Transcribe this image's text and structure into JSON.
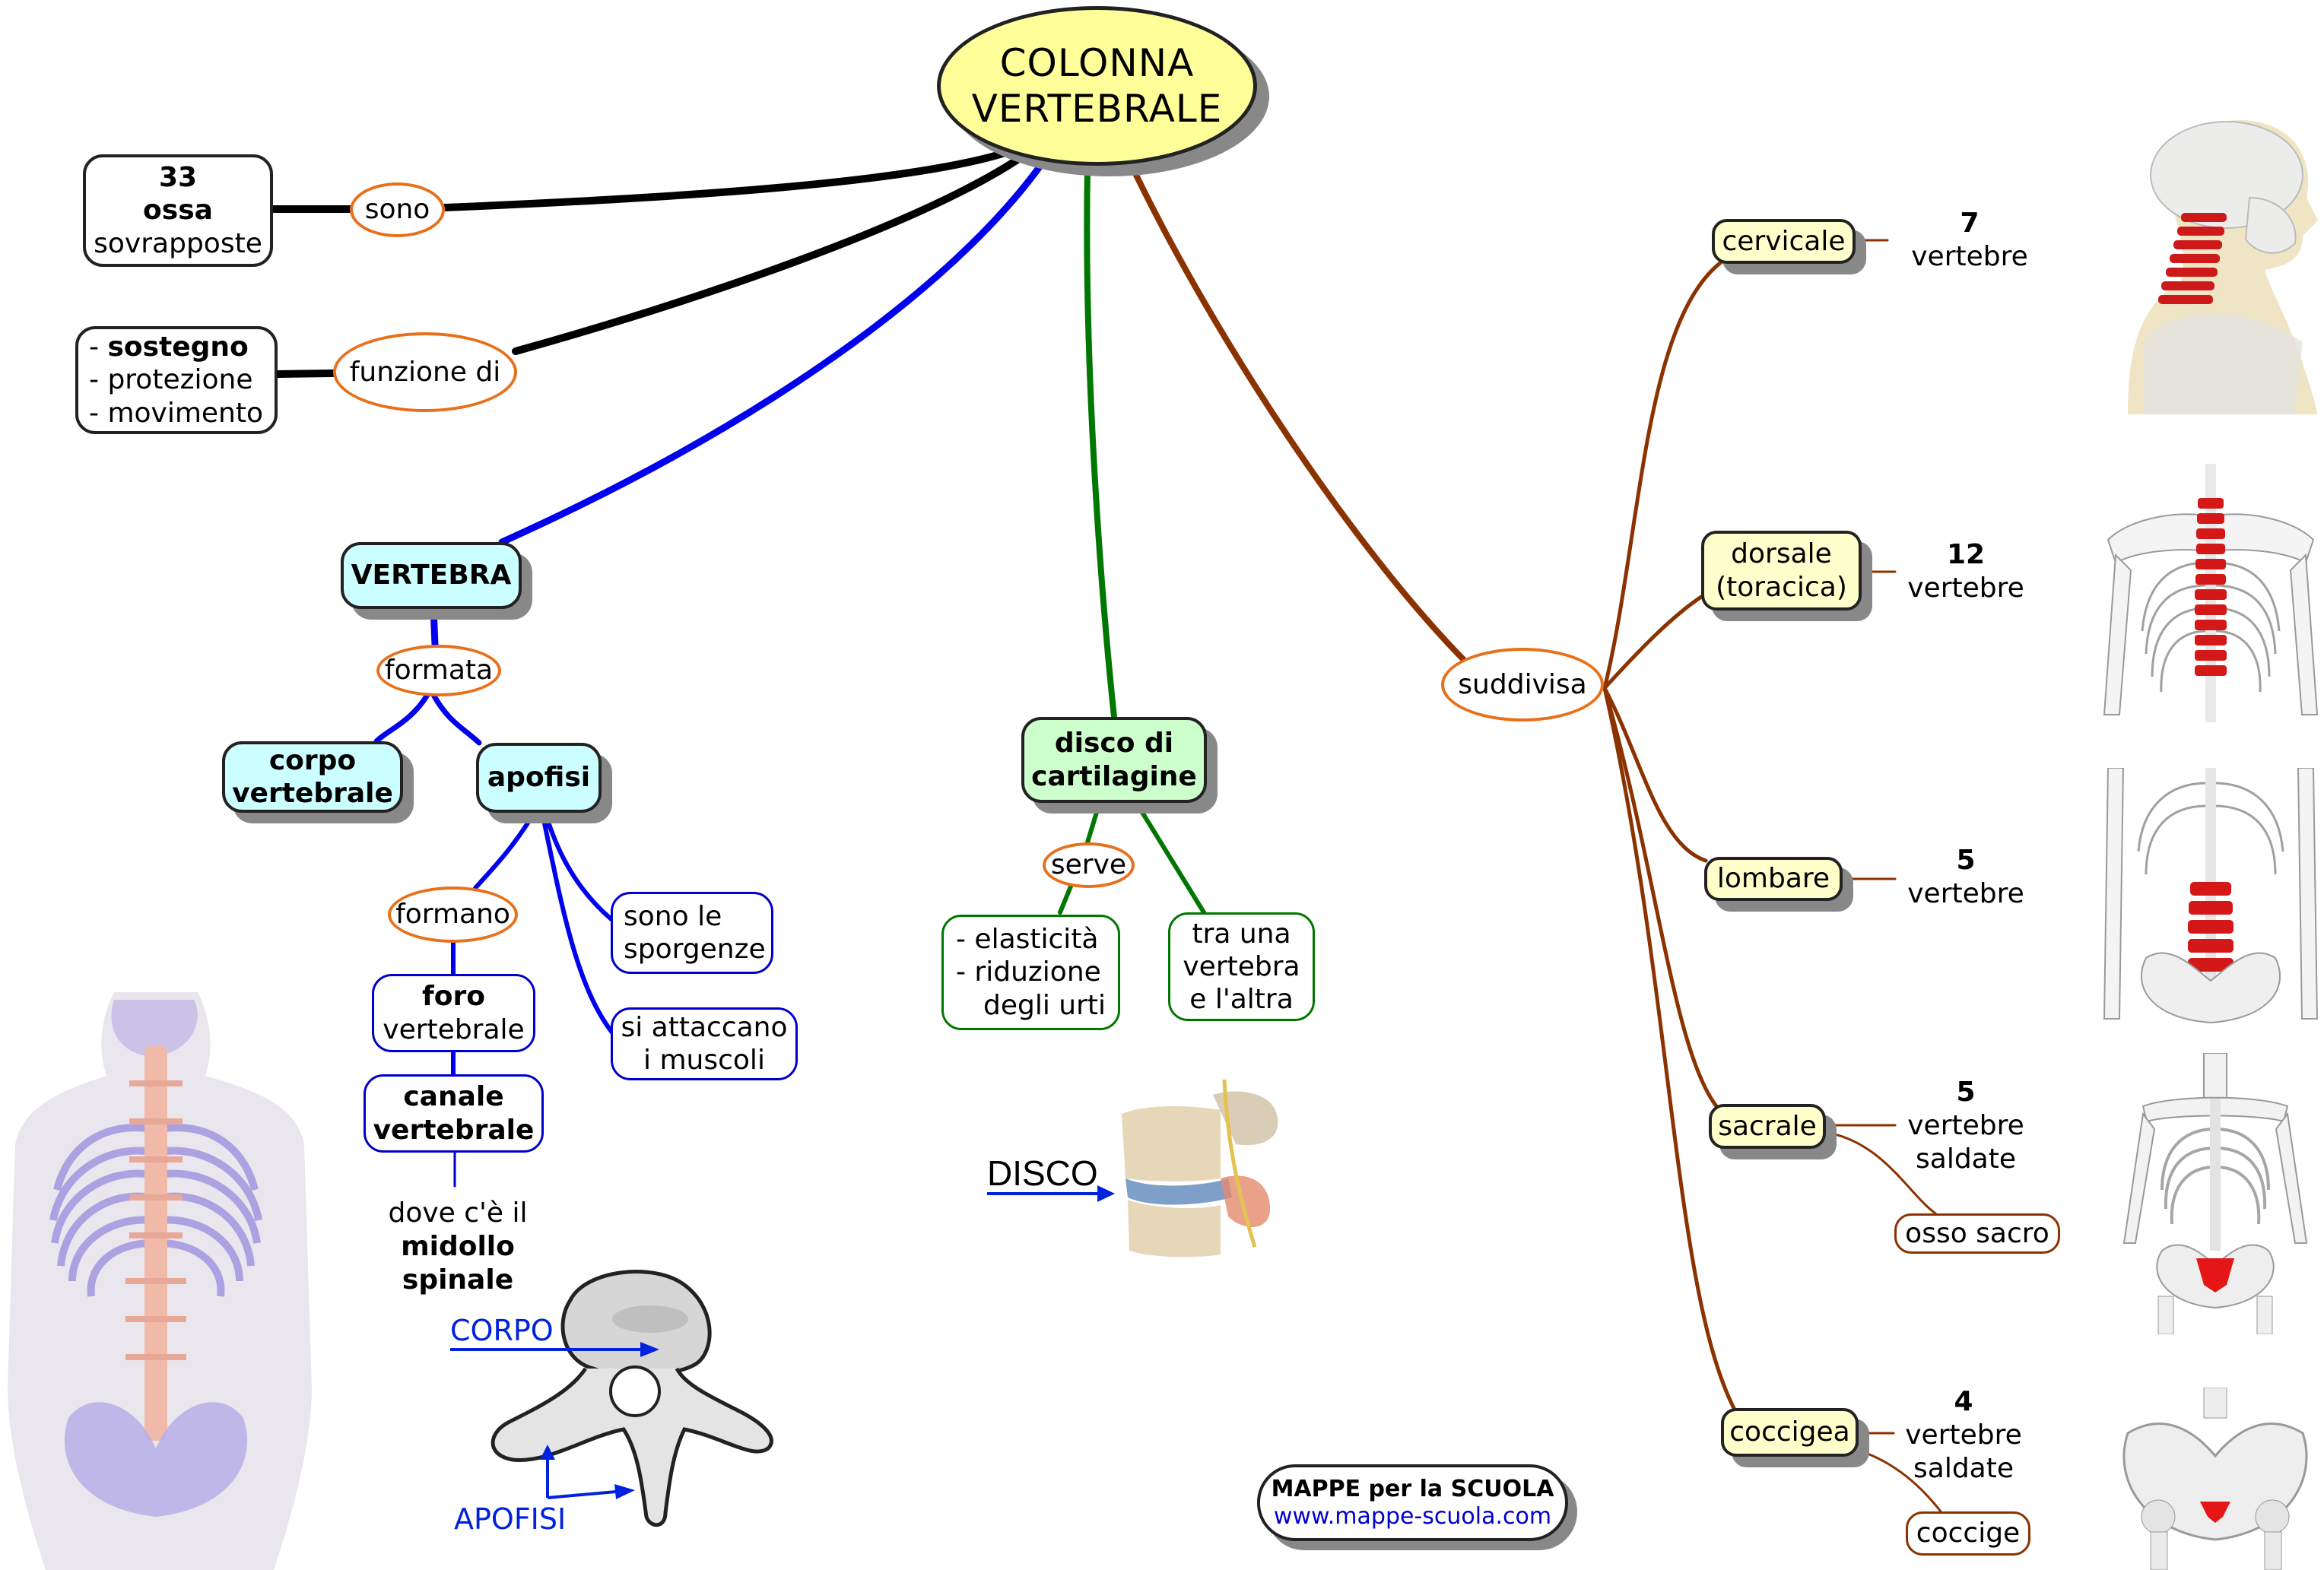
{
  "title": {
    "line1": "COLONNA",
    "line2": "VERTEBRALE"
  },
  "colors": {
    "main_fill": "#ffff99",
    "vertebra_fill": "#ccffff",
    "disc_fill": "#ccffcc",
    "region_fill": "#ffffcc",
    "link_ellipse": "#e8701a",
    "branch_black": "#000000",
    "branch_blue": "#0000ee",
    "branch_green": "#007700",
    "branch_brown": "#8b3300"
  },
  "left_top": {
    "ossa": {
      "number": "33",
      "bold": "ossa",
      "text": "sovrapposte"
    },
    "sono": "sono",
    "funzione": "funzione di",
    "functions": [
      {
        "prefix": "- ",
        "text": "sostegno",
        "bold": true
      },
      {
        "prefix": "- ",
        "text": "protezione",
        "bold": false
      },
      {
        "prefix": "- ",
        "text": "movimento",
        "bold": false
      }
    ]
  },
  "vertebra": {
    "title": "VERTEBRA",
    "formata": "formata",
    "corpo": {
      "line1": "corpo",
      "line2": "vertebrale"
    },
    "apofisi": "apofisi",
    "formano": "formano",
    "sporgenze": {
      "line1": "sono le",
      "line2": "sporgenze"
    },
    "muscoli": {
      "line1": "si attaccano",
      "line2": "i muscoli"
    },
    "foro": {
      "bold": "foro",
      "text": "vertebrale"
    },
    "canale": {
      "line1": "canale",
      "line2": "vertebrale"
    },
    "midollo": {
      "line1": "dove c'è il",
      "line2": "midollo",
      "line3": "spinale"
    },
    "diagram_labels": {
      "corpo": "CORPO",
      "apofisi": "APOFISI"
    }
  },
  "disco": {
    "title": {
      "line1": "disco di",
      "line2": "cartilagine"
    },
    "serve": "serve",
    "functions": [
      "- elasticità",
      "- riduzione",
      "degli urti"
    ],
    "position": {
      "line1": "tra una",
      "line2": "vertebra",
      "line3": "e l'altra"
    },
    "image_label": "DISCO"
  },
  "suddivisa": {
    "label": "suddivisa",
    "regions": [
      {
        "name": "cervicale",
        "count": "7",
        "unit": "vertebre",
        "extra": "",
        "sub": ""
      },
      {
        "name": "dorsale (toracica)",
        "name1": "dorsale",
        "name2": "(toracica)",
        "count": "12",
        "unit": "vertebre",
        "extra": "",
        "sub": ""
      },
      {
        "name": "lombare",
        "count": "5",
        "unit": "vertebre",
        "extra": "",
        "sub": ""
      },
      {
        "name": "sacrale",
        "count": "5",
        "unit": "vertebre",
        "extra": "saldate",
        "sub": "osso sacro"
      },
      {
        "name": "coccigea",
        "count": "4",
        "unit": "vertebre",
        "extra": "saldate",
        "sub": "coccige"
      }
    ]
  },
  "footer": {
    "title": "MAPPE per la SCUOLA",
    "url": "www.mappe-scuola.com"
  }
}
